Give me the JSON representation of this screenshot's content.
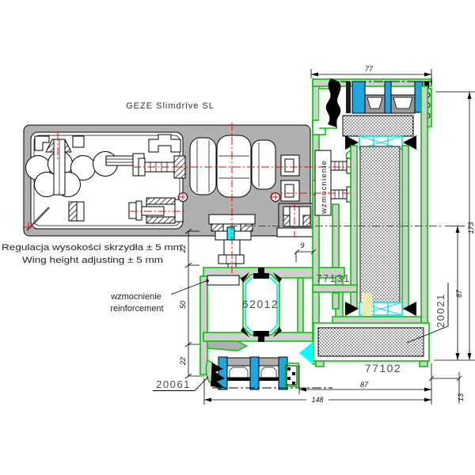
{
  "drawing": {
    "title": "GEZE Slimdrive SL",
    "notes": {
      "adjust_pl": "Regulacja wysokości skrzydła ± 5 mm",
      "adjust_en": "Wing height adjusting ± 5 mm",
      "reinforce_pl": "wzmocnienie",
      "reinforce_en": "reinforcement",
      "reinforce_vertical": "wzmocnienie"
    },
    "part_numbers": {
      "bottom_profile": "62012",
      "leaf_profile": "77131",
      "sill_profile": "77102",
      "right_gasket": "20021",
      "left_gasket": "20061"
    },
    "dimensions": {
      "top_width": "77",
      "frame_height": "173",
      "leaf_axis_height": "87",
      "sill_width": "87",
      "overall_width": "148",
      "edge_offset": "13",
      "leaf_offset": "9",
      "top_gap": "22",
      "profile_height": "50",
      "roller_height": "22"
    },
    "colors": {
      "profile_green": "#00c800",
      "glass_blue": "#1fa6e0",
      "housing_gray": "#b0b0b0",
      "centerline_red": "#ff0000",
      "gasket_cyan": "#00e5e5",
      "brush_yellow": "#e8c800"
    }
  }
}
